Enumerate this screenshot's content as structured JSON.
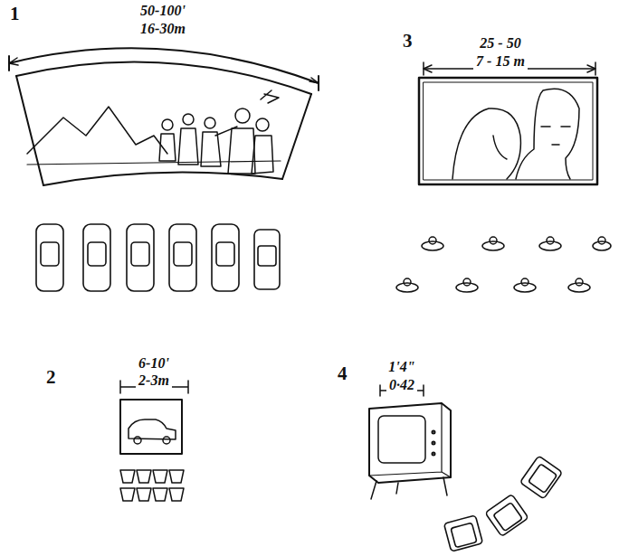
{
  "diagram": {
    "labels": [
      "1",
      "50-100'",
      "16-30m",
      "3",
      "25 - 50",
      "7 - 15 m",
      "2",
      "6-10'",
      "2-3m",
      "4",
      "1'4\"",
      "0·42"
    ]
  }
}
